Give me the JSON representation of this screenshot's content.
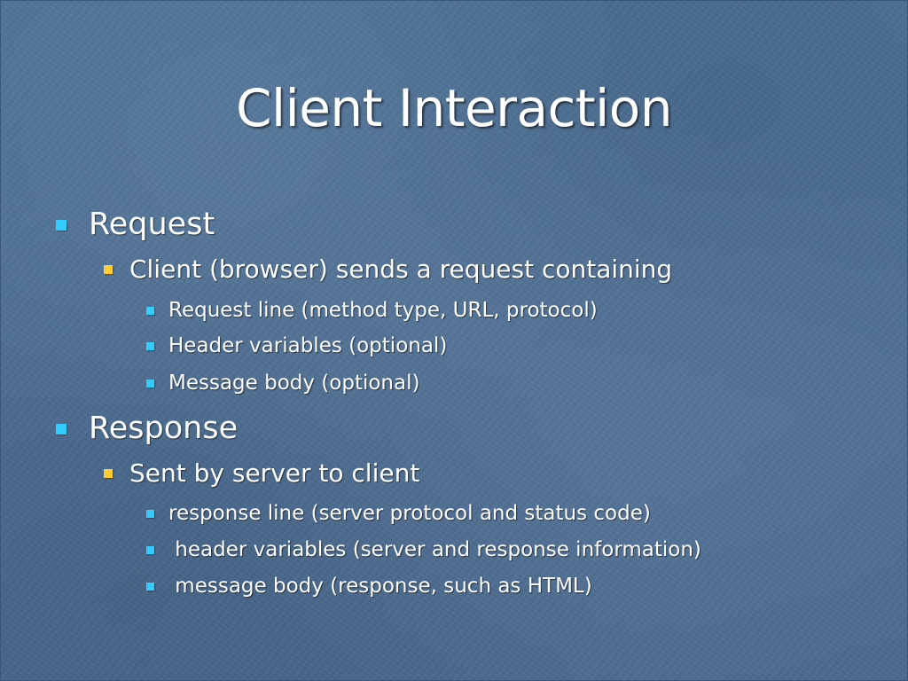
{
  "slide": {
    "title": "Client Interaction",
    "bullets": [
      {
        "level": 1,
        "text": "Request"
      },
      {
        "level": 2,
        "text": "Client (browser) sends a request containing"
      },
      {
        "level": 3,
        "text": "Request line (method type, URL, protocol)"
      },
      {
        "level": 3,
        "text": "Header variables (optional)"
      },
      {
        "level": 3,
        "text": "Message body (optional)"
      },
      {
        "level": 1,
        "text": "Response"
      },
      {
        "level": 2,
        "text": "Sent by server to client"
      },
      {
        "level": 3,
        "text": "response line (server protocol and status code)"
      },
      {
        "level": 3,
        "text": " header variables (server and response information)"
      },
      {
        "level": 3,
        "text": " message body (response, such as HTML)"
      }
    ]
  },
  "colors": {
    "background": "#4e6f94",
    "text": "#ffffff",
    "bullet_level1": "#33ccff",
    "bullet_level2": "#ffcc33",
    "bullet_level3": "#33ccff"
  }
}
